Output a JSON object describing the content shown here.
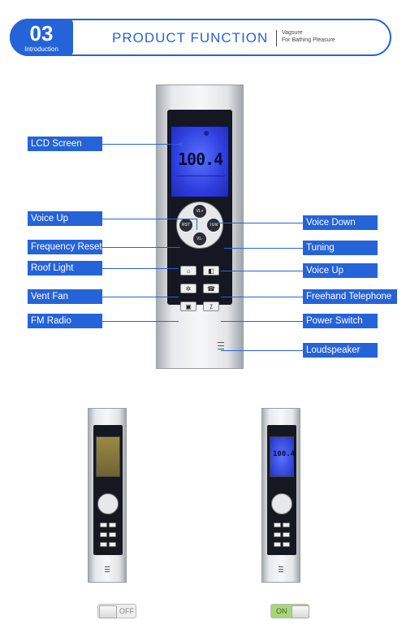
{
  "header": {
    "number": "03",
    "number_caption": "Introduction",
    "title": "PRODUCT FUNCTION",
    "brand": "Vagsure",
    "tagline": "For Bathing Pleasure"
  },
  "lcd": {
    "digits": "100.4"
  },
  "buttons": {
    "rst": "RST",
    "tun": "TUN",
    "vol_up": "VL+",
    "vol_down": "VL-"
  },
  "callouts_left": [
    "LCD Screen",
    "Voice Up",
    "Frequency Reset",
    "Roof Light",
    "Vent Fan",
    "FM Radio"
  ],
  "callouts_right": [
    "Voice Down",
    "Tuning",
    "Voice Up",
    "Freehand Telephone",
    "Power Switch",
    "Loudspeaker"
  ],
  "toggles": {
    "off_label": "OFF",
    "on_label": "ON"
  },
  "colors": {
    "accent": "#2563d9",
    "lcd_on": "#3b4fe8",
    "lcd_off": "#8a7a3c",
    "toggle_on": "#a9d67a"
  }
}
